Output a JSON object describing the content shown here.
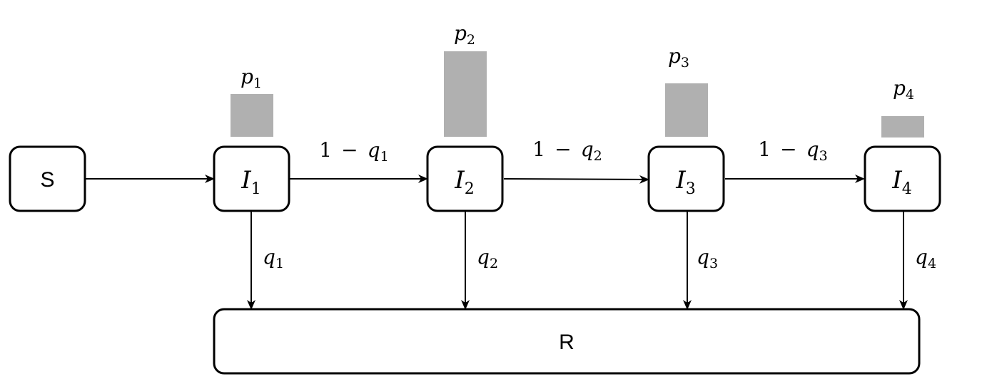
{
  "nodes": {
    "s": {
      "label": "S"
    },
    "i1": {
      "base": "I",
      "sub": "1"
    },
    "i2": {
      "base": "I",
      "sub": "2"
    },
    "i3": {
      "base": "I",
      "sub": "3"
    },
    "i4": {
      "base": "I",
      "sub": "4"
    },
    "r": {
      "label": "R"
    }
  },
  "bars": [
    {
      "base": "p",
      "sub": "1",
      "level": 1
    },
    {
      "base": "p",
      "sub": "2",
      "level": 2
    },
    {
      "base": "p",
      "sub": "3",
      "level": 1.3
    },
    {
      "base": "p",
      "sub": "4",
      "level": 0.5
    }
  ],
  "edges": {
    "forward": [
      {
        "one": "1",
        "minus": "−",
        "base": "q",
        "sub": "1"
      },
      {
        "one": "1",
        "minus": "−",
        "base": "q",
        "sub": "2"
      },
      {
        "one": "1",
        "minus": "−",
        "base": "q",
        "sub": "3"
      }
    ],
    "down": [
      {
        "base": "q",
        "sub": "1"
      },
      {
        "base": "q",
        "sub": "2"
      },
      {
        "base": "q",
        "sub": "3"
      },
      {
        "base": "q",
        "sub": "4"
      }
    ]
  },
  "colors": {
    "bar": "#b0b0b0",
    "stroke": "#000000",
    "background": "#ffffff"
  }
}
